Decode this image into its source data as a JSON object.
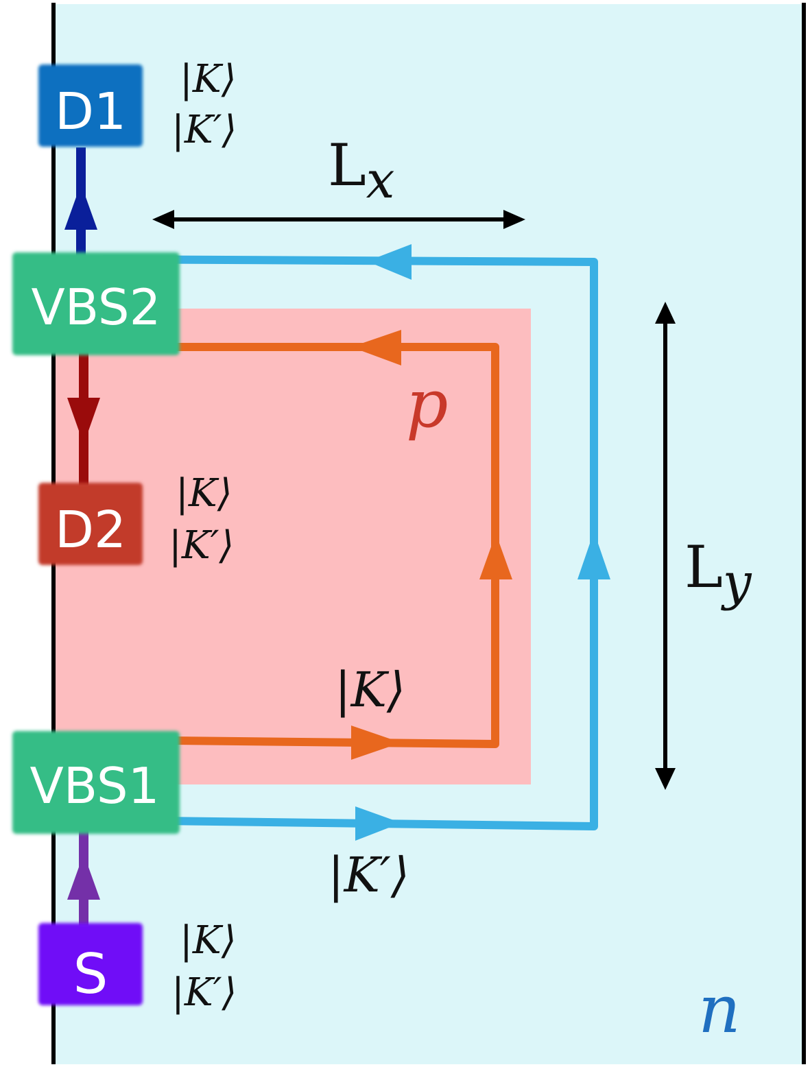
{
  "colors": {
    "n_region": "#dcf6f9",
    "p_region": "#fdbdbf",
    "blue_path": "#3ab0e4",
    "orange_path": "#e8671e",
    "detector1": "#0f6fc0",
    "detector2": "#c23a2c",
    "splitter": "#36bd86",
    "source": "#7008f7",
    "d1_lead": "#0a1f9a",
    "d2_lead": "#9a0b0b",
    "source_lead": "#7430a8",
    "n_label": "#1f6fc0",
    "p_label": "#c8392a"
  },
  "boxes": {
    "d1": "D1",
    "d2": "D2",
    "vbs1": "VBS1",
    "vbs2": "VBS2",
    "source": "S"
  },
  "kets": {
    "d1_k": "|K⟩",
    "d1_kp": "|K′⟩",
    "d2_k": "|K⟩",
    "d2_kp": "|K′⟩",
    "s_k": "|K⟩",
    "s_kp": "|K′⟩",
    "orange_path": "|K⟩",
    "blue_path": "|K′⟩"
  },
  "dimensions": {
    "lx_main": "L",
    "lx_sub": "x",
    "ly_main": "L",
    "ly_sub": "y"
  },
  "regions": {
    "p_label": "p",
    "n_label": "n"
  }
}
